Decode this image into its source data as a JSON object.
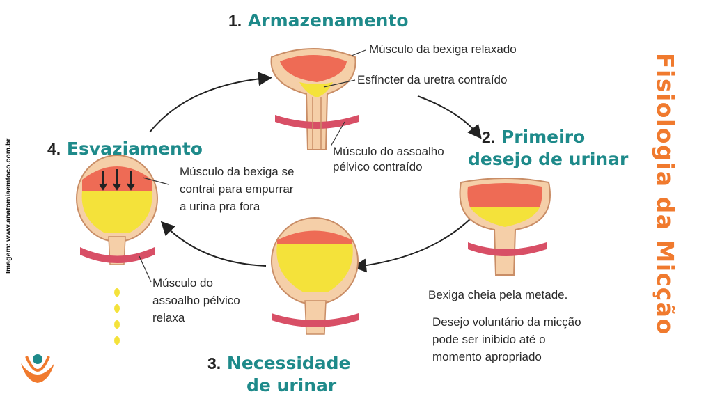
{
  "side_title": "Fisiologia da Micção",
  "credit": "Imagem: www.anatomiaemfoco.com.br",
  "stages": {
    "s1": {
      "num": "1.",
      "title": "Armazenamento"
    },
    "s2": {
      "num": "2.",
      "title_line1": "Primeiro",
      "title_line2": "desejo de urinar"
    },
    "s3": {
      "num": "3.",
      "title_line1": "Necessidade",
      "title_line2": "de urinar"
    },
    "s4": {
      "num": "4.",
      "title": "Esvaziamento"
    }
  },
  "labels": {
    "bladder_relaxed": "Músculo da bexiga relaxado",
    "sphincter_contracted": "Esfíncter da uretra contraído",
    "pelvic_contracted_1": "Músculo do assoalho",
    "pelvic_contracted_2": "pélvico contraído",
    "bladder_contracts_1": "Músculo da bexiga se",
    "bladder_contracts_2": "contrai para empurrar",
    "bladder_contracts_3": "a urina pra fora",
    "pelvic_relaxes_1": "Músculo do",
    "pelvic_relaxes_2": "assoalho pélvico",
    "pelvic_relaxes_3": "relaxa",
    "half_full": "Bexiga cheia pela metade.",
    "voluntary_1": "Desejo voluntário da micção",
    "voluntary_2": "pode ser inibido até o",
    "voluntary_3": "momento apropriado"
  },
  "colors": {
    "teal": "#1e8a8a",
    "orange": "#f07a2e",
    "bladder_wall": "#f5cfa8",
    "bladder_outline": "#c98d66",
    "urine": "#f4e23a",
    "muscle_red": "#ee6b55",
    "pelvic_band": "#d84f66"
  }
}
